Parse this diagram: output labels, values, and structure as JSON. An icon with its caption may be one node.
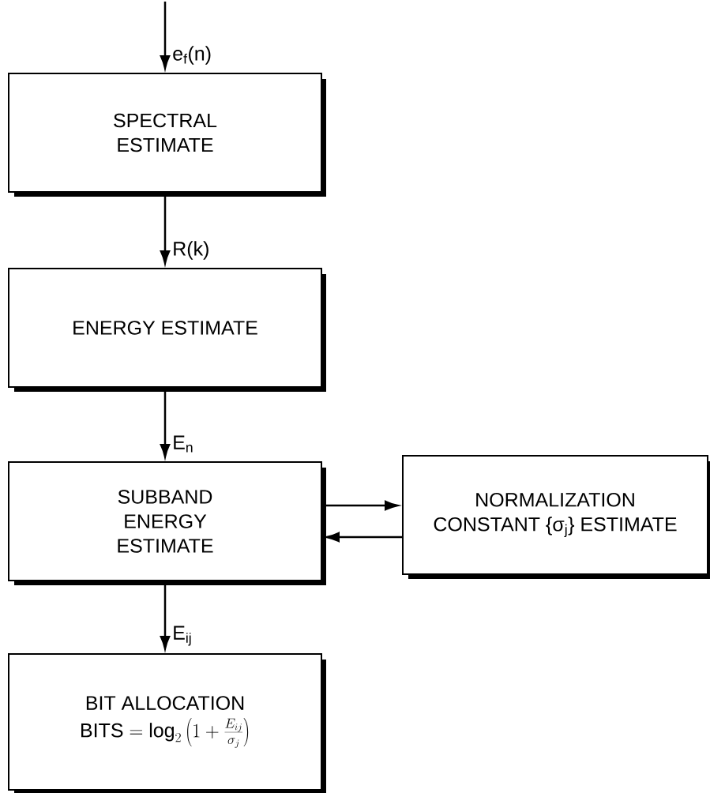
{
  "diagram": {
    "nodes": [
      {
        "text": [
          "SPECTRAL ESTIMATE"
        ]
      },
      {
        "text": [
          "ENERGY ESTIMATE"
        ]
      },
      {
        "text": [
          "SUBBAND ENERGY ESTIMATE"
        ]
      },
      {
        "text": [
          "NORMALIZATION CONSTANT {σ$_{j}$} ESTIMATE"
        ]
      },
      {
        "text": [
          "BIT ALLOCATION",
          "\\mathrm{BITS} = \\log_2\\left(1+\\frac{E_{ij}}{\\sigma_j}\\right)"
        ]
      }
    ],
    "edges": [
      {
        "from": null,
        "to": 0,
        "arrow": "to",
        "label": "e$_{f}$(n)"
      },
      {
        "from": 0,
        "to": 1,
        "arrow": "to",
        "label": "R(k)"
      },
      {
        "from": 1,
        "to": 2,
        "arrow": "to",
        "label": "E$_{n}$"
      },
      {
        "from": 2,
        "to": 3,
        "arrow": "to"
      },
      {
        "from": 3,
        "to": 2,
        "arrow": "to"
      },
      {
        "from": 2,
        "to": 4,
        "arrow": "to",
        "label": "E$_{ij}$"
      }
    ]
  }
}
